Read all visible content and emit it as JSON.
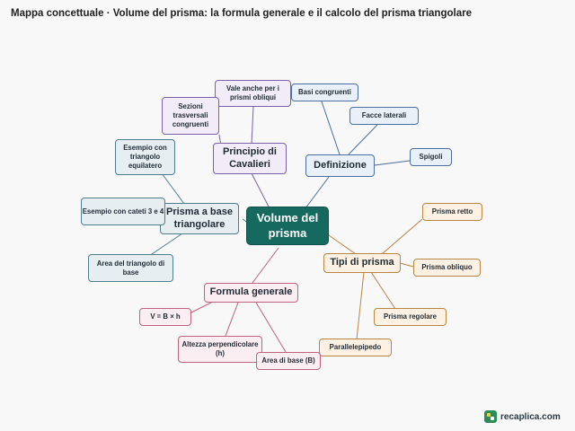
{
  "title": "Mappa concettuale · Volume del prisma: la formula generale e il calcolo del prisma triangolare",
  "center": "Volume del prisma",
  "branches": {
    "principio": {
      "label": "Principio di Cavalieri",
      "items": [
        "Vale anche per i prismi obliqui",
        "Sezioni trasversali congruenti"
      ]
    },
    "definizione": {
      "label": "Definizione",
      "items": [
        "Basi congruenti",
        "Facce laterali",
        "Spigoli"
      ]
    },
    "prisma_triangolare": {
      "label": "Prisma a base triangolare",
      "items": [
        "Esempio con triangolo equilatero",
        "Esempio con cateti 3 e 4",
        "Area del triangolo di base"
      ]
    },
    "tipi": {
      "label": "Tipi di prisma",
      "items": [
        "Prisma retto",
        "Prisma obliquo",
        "Prisma regolare",
        "Parallelepipedo"
      ]
    },
    "formula": {
      "label": "Formula generale",
      "items": [
        "V = B × h",
        "Altezza perpendicolare (h)",
        "Area di base (B)"
      ]
    }
  },
  "colors": {
    "center": "#16695f",
    "principio": "#7b62a6",
    "definizione": "#4d6e9e",
    "prisma_triangolare": "#4f7d8d",
    "tipi": "#b88545",
    "formula": "#c0627d"
  },
  "brand": {
    "name": "recaplica.com",
    "icon": "recaplica-logo-icon"
  }
}
